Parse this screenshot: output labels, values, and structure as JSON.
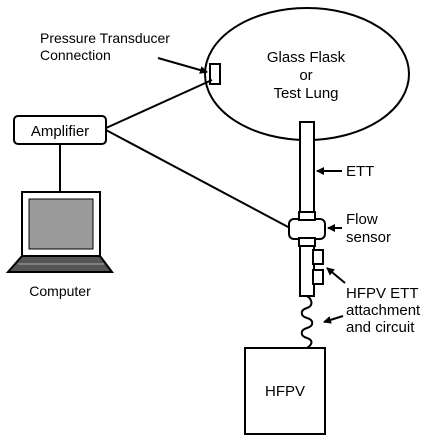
{
  "labels": {
    "transducer_line1": "Pressure Transducer",
    "transducer_line2": "Connection",
    "flask_line1": "Glass Flask",
    "flask_line2": "or",
    "flask_line3": "Test Lung",
    "amplifier": "Amplifier",
    "computer": "Computer",
    "ett": "ETT",
    "flow_line1": "Flow",
    "flow_line2": "sensor",
    "hfpv_line1": "HFPV ETT",
    "hfpv_line2": "attachment",
    "hfpv_line3": "and circuit",
    "hfpv_box": "HFPV"
  },
  "icons": [
    "laptop-icon",
    "arrow-icon"
  ],
  "colors": {
    "line": "#000000",
    "screen": "#9a9a9a",
    "background": "#ffffff"
  }
}
